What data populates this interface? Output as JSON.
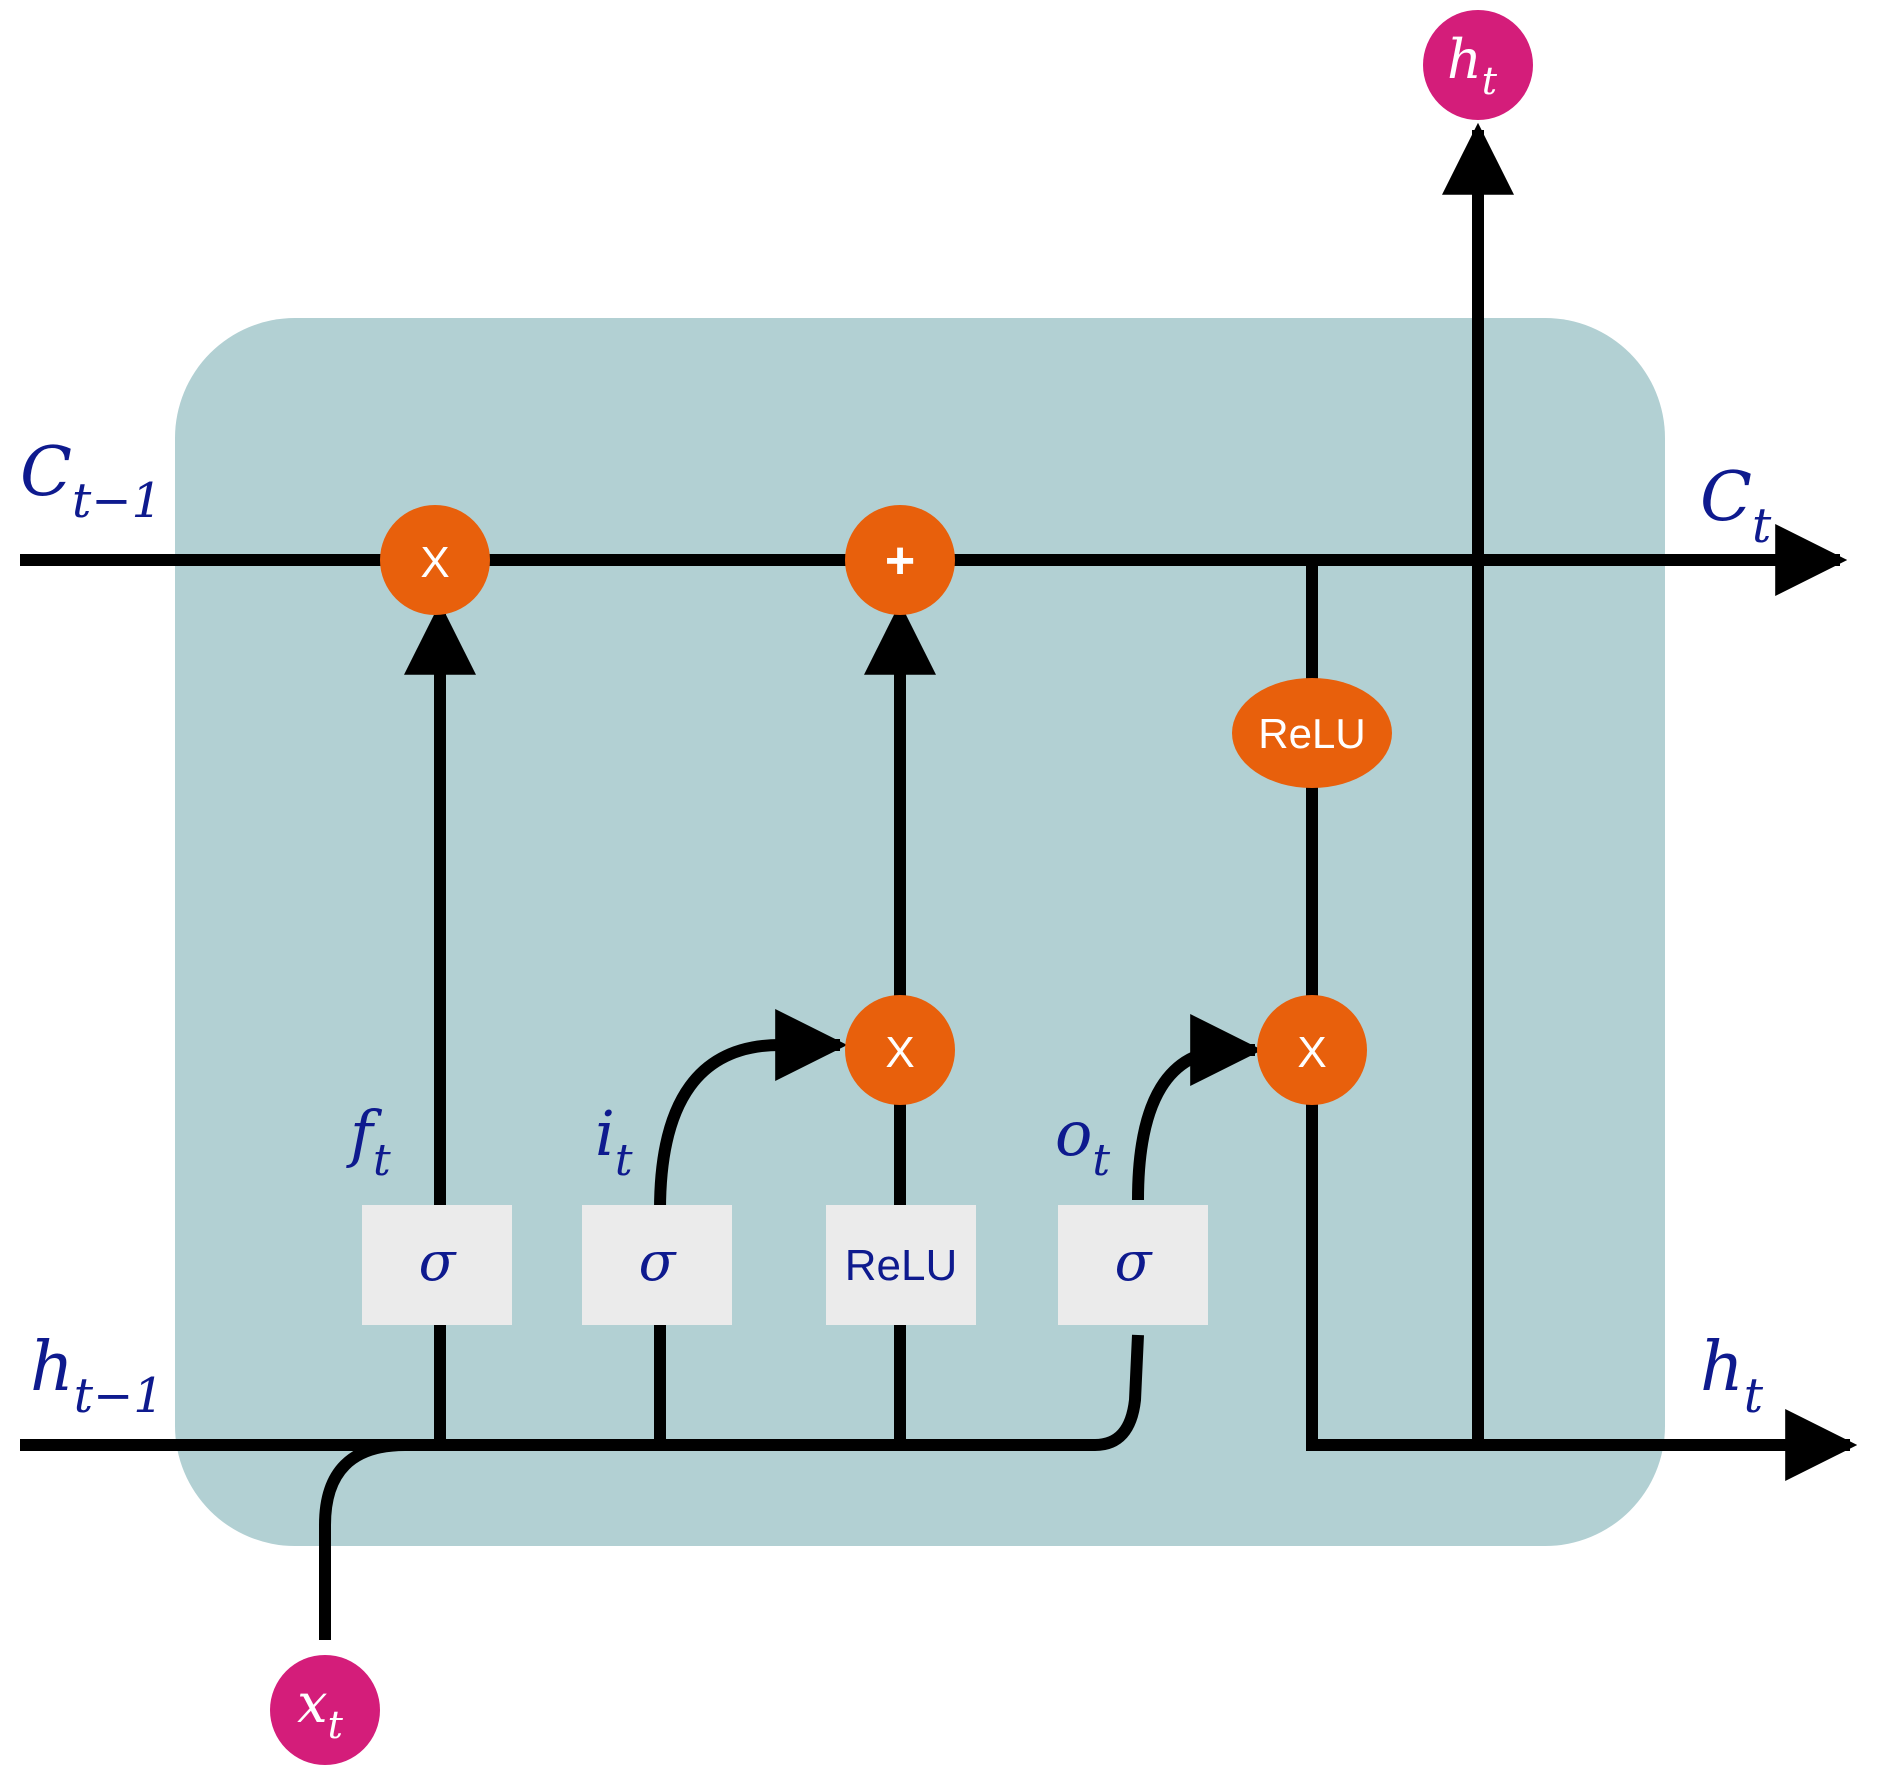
{
  "colors": {
    "cell_background": "#b2d0d3",
    "operator_fill": "#e8600c",
    "io_node_fill": "#d41d7a",
    "gate_box_fill": "#ebebeb",
    "label_color": "#0e1a8e",
    "line_color": "#000000",
    "operator_text": "#ffffff"
  },
  "labels": {
    "c_prev": {
      "base": "C",
      "sub": "t−1"
    },
    "c_next": {
      "base": "C",
      "sub": "t"
    },
    "h_prev": {
      "base": "h",
      "sub": "t−1"
    },
    "h_next": {
      "base": "h",
      "sub": "t"
    },
    "h_top": {
      "base": "h",
      "sub": "t"
    },
    "x_in": {
      "base": "x",
      "sub": "t"
    },
    "f_gate": {
      "base": "f",
      "sub": "t"
    },
    "i_gate": {
      "base": "i",
      "sub": "t"
    },
    "o_gate": {
      "base": "o",
      "sub": "t"
    }
  },
  "operators": {
    "forget_multiply": "X",
    "cell_add": "+",
    "input_multiply": "X",
    "output_multiply": "X",
    "cell_activation": "ReLU"
  },
  "gates": {
    "forget": "σ",
    "input": "σ",
    "candidate": "ReLU",
    "output": "σ"
  }
}
